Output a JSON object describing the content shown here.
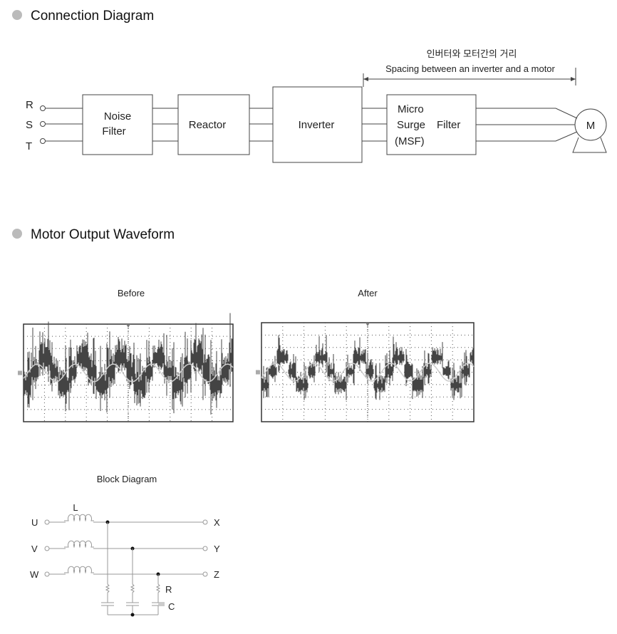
{
  "sections": {
    "connection": {
      "title": "Connection Diagram"
    },
    "waveform": {
      "title": "Motor Output Waveform"
    }
  },
  "connection_diagram": {
    "inputs": [
      "R",
      "S",
      "T"
    ],
    "blocks": {
      "noise_filter": [
        "Noise",
        "Filter"
      ],
      "reactor": "Reactor",
      "inverter": "Inverter",
      "msf": [
        "Micro",
        "Surge",
        "(MSF)",
        "Filter"
      ]
    },
    "motor": "M",
    "spacing_korean": "인버터와 모터간의 거리",
    "spacing_english": "Spacing between an inverter and a motor"
  },
  "waveforms": {
    "before": "Before",
    "after": "After"
  },
  "block_diagram": {
    "title": "Block Diagram",
    "inputs": [
      "U",
      "V",
      "W"
    ],
    "outputs": [
      "X",
      "Y",
      "Z"
    ],
    "inductor_label": "L",
    "resistor_label": "R",
    "capacitor_label": "C"
  },
  "colors": {
    "bullet": "#bbbbbb",
    "msf_fill": "#e6e6e6",
    "trace": "#444444",
    "sine": "#cccccc"
  }
}
